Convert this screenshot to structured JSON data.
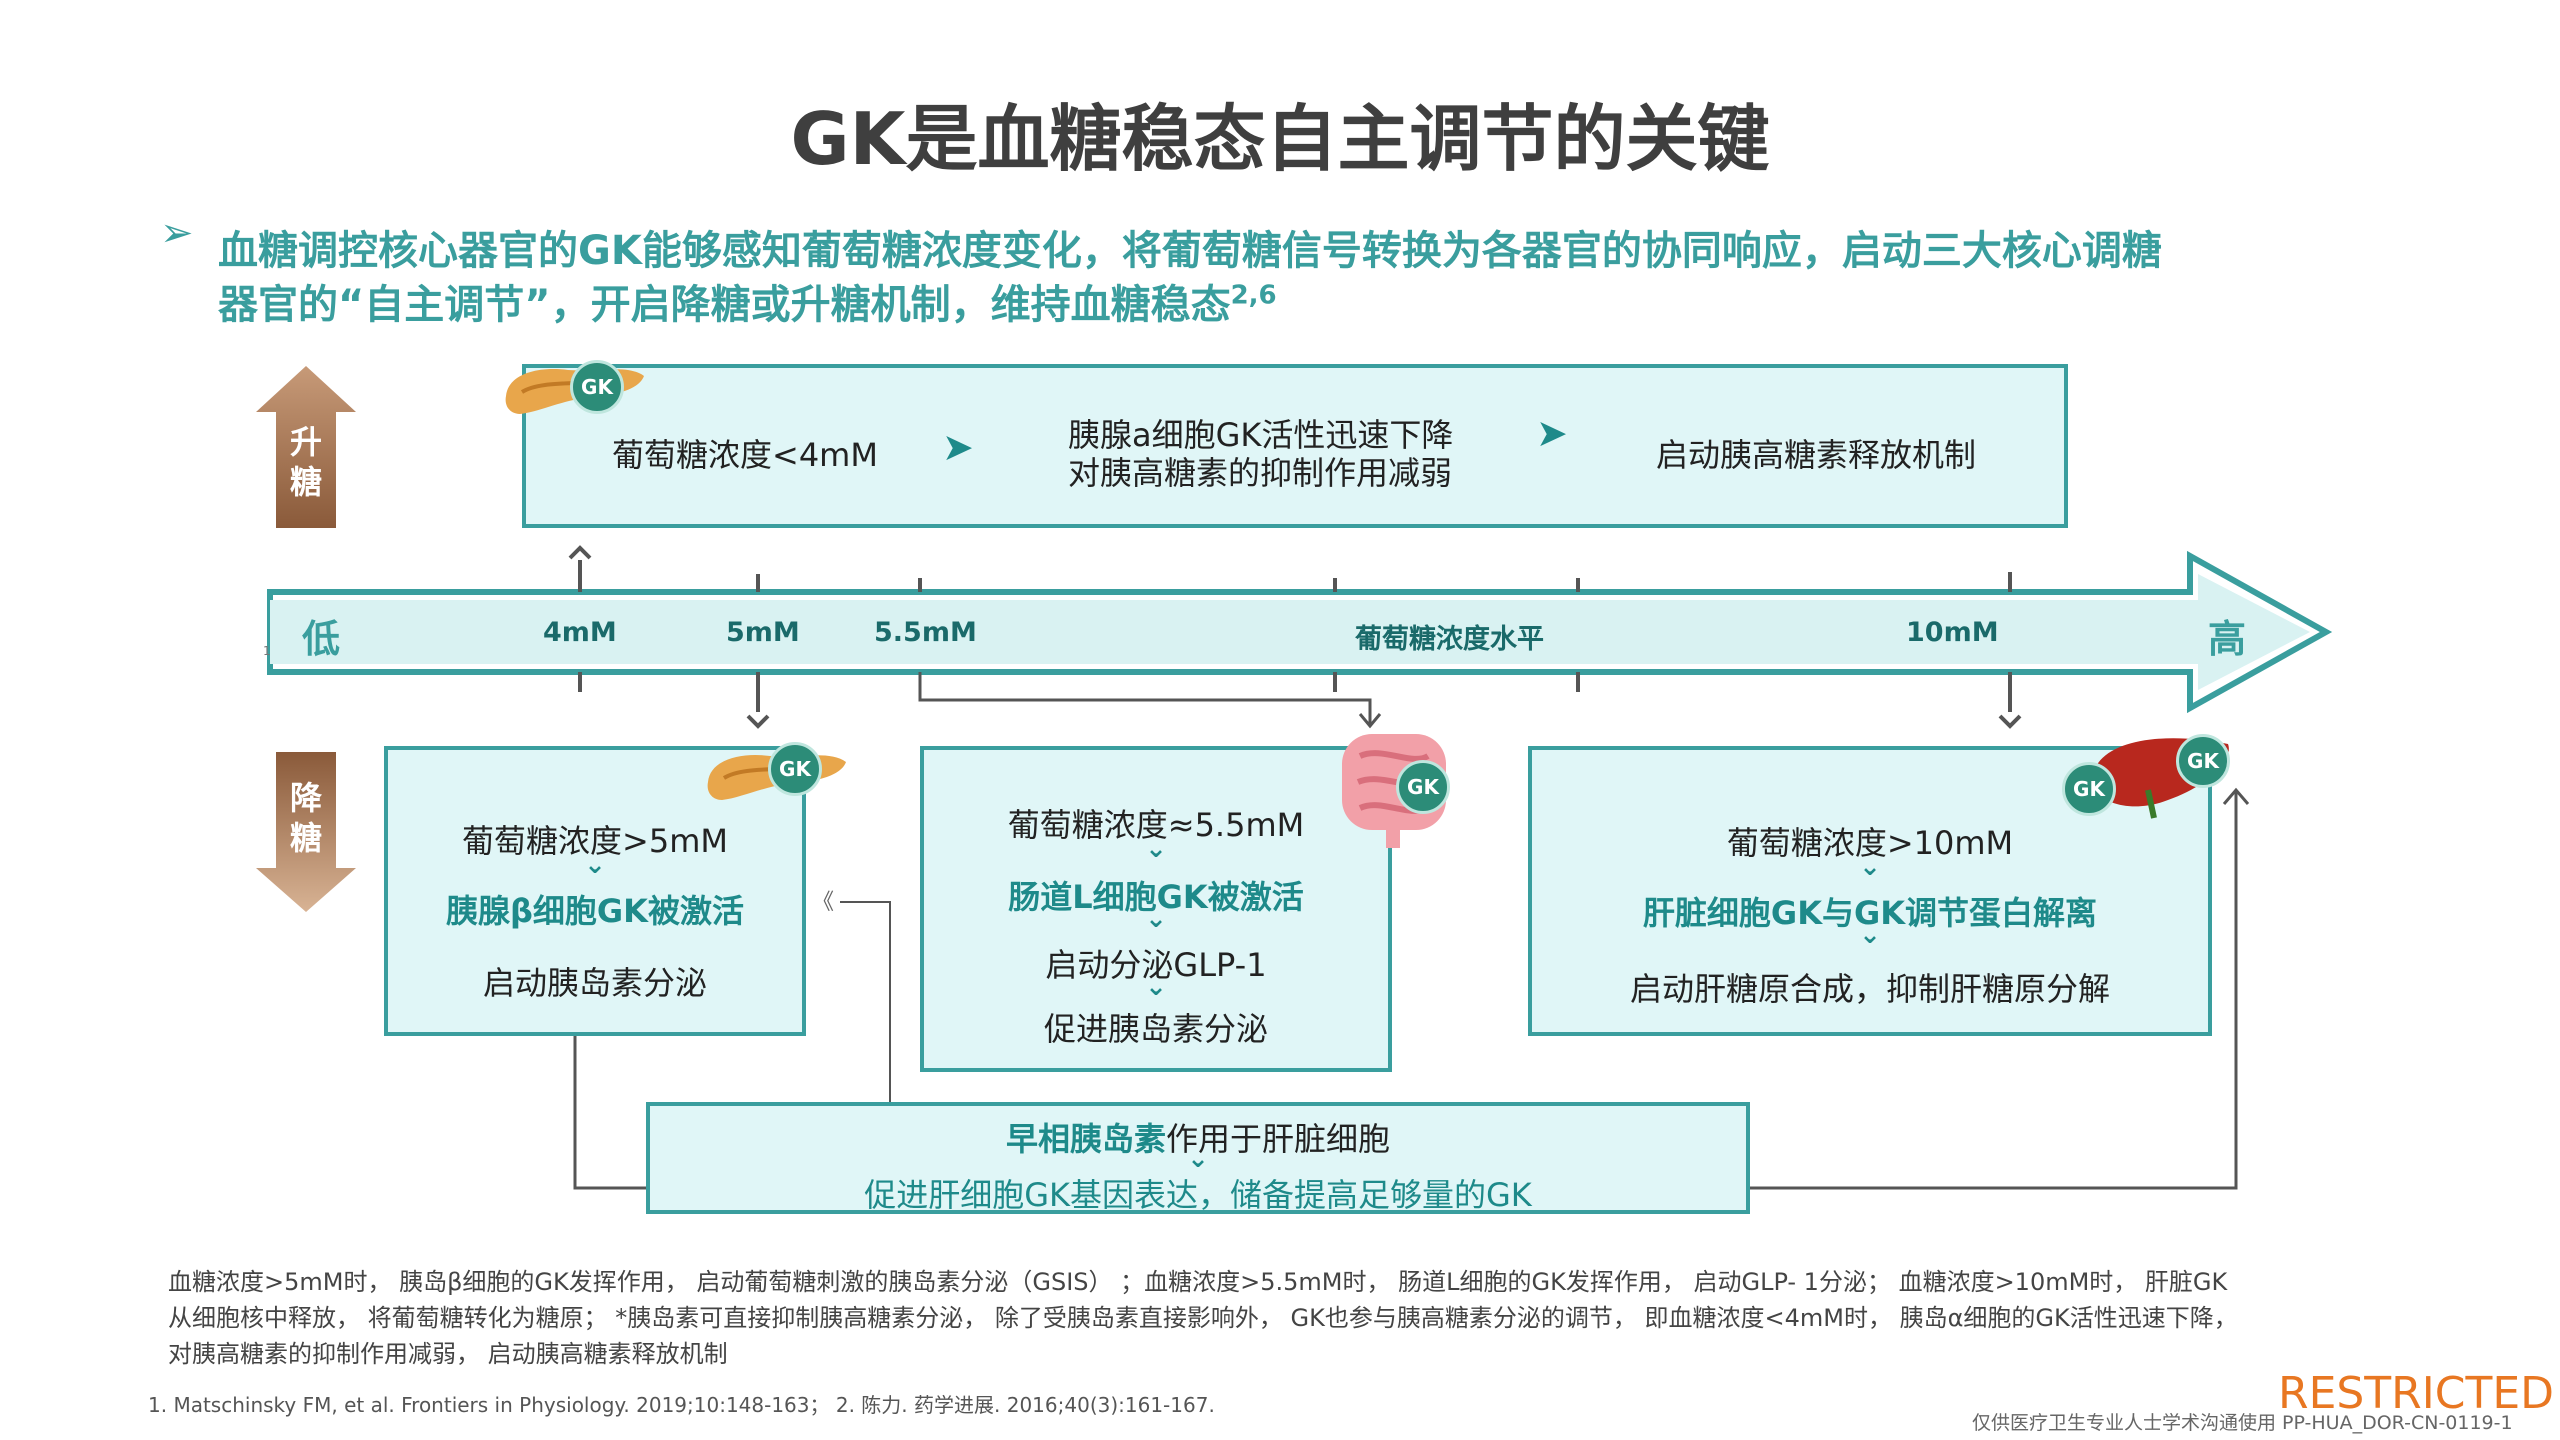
{
  "title": "GK是血糖稳态自主调节的关键",
  "subtitle": {
    "line1": "血糖调控核心器官的GK能够感知葡萄糖浓度变化，将葡萄糖信号转换为各器官的协同响应，启动三大核心调糖",
    "line2": "器官的“自主调节”，开启降糖或升糖机制，维持血糖稳态",
    "line2_sup": "2,6"
  },
  "side_labels": {
    "up": "升\n糖",
    "down": "降\n糖"
  },
  "axis": {
    "low": "低",
    "high": "高",
    "ticks": [
      "4mM",
      "5mM",
      "5.5mM",
      "葡萄糖浓度水平",
      "10mM"
    ],
    "small_mark": "1"
  },
  "top_box": {
    "step1": "葡萄糖浓度<4mM",
    "step2_line1": "胰腺a细胞GK活性迅速下降",
    "step2_line2": "对胰高糖素的抑制作用减弱",
    "step3": "启动胰高糖素释放机制"
  },
  "box_pancreas": {
    "line1": "葡萄糖浓度>5mM",
    "line2": "胰腺β细胞GK被激活",
    "line3": "启动胰岛素分泌"
  },
  "box_intestine": {
    "line1": "葡萄糖浓度≈5.5mM",
    "line2": "肠道L细胞GK被激活",
    "line3": "启动分泌GLP-1",
    "line4": "促进胰岛素分泌"
  },
  "box_liver": {
    "line1": "葡萄糖浓度>10mM",
    "line2": "肝脏细胞GK与GK调节蛋白解离",
    "line3": "启动肝糖原合成，抑制肝糖原分解"
  },
  "box_bottom": {
    "line1_bold": "早相胰岛素",
    "line1_rest": "作用于肝脏细胞",
    "line2": "促进肝细胞GK基因表达，储备提高足够量的GK"
  },
  "small_arrow_symbol": "《",
  "gk_badge": "GK",
  "footnote": {
    "line1": "血糖浓度>5mM时， 胰岛β细胞的GK发挥作用， 启动葡萄糖刺激的胰岛素分泌（GSIS）  ；血糖浓度>5.5mM时， 肠道L细胞的GK发挥作用， 启动GLP- 1分泌； 血糖浓度>10mM时， 肝脏GK",
    "line2": "从细胞核中释放， 将葡萄糖转化为糖原；  *胰岛素可直接抑制胰高糖素分泌， 除了受胰岛素直接影响外， GK也参与胰高糖素分泌的调节， 即血糖浓度<4mM时， 胰岛α细胞的GK活性迅速下降，",
    "line3": "对胰高糖素的抑制作用减弱， 启动胰高糖素释放机制"
  },
  "references": "1. Matschinsky FM, et al. Frontiers in Physiology. 2019;10:148-163； 2. 陈力. 药学进展. 2016;40(3):161-167.",
  "restricted": "RESTRICTED",
  "doc_code": "仅供医疗卫生专业人士学术沟通使用  PP-HUA_DOR-CN-0119-1",
  "colors": {
    "teal": "#3a9e9e",
    "box_fill": "#e0f6f7",
    "accent_text": "#1e8a8a",
    "restricted": "#e87722",
    "side_arrow": "#a0714f"
  }
}
